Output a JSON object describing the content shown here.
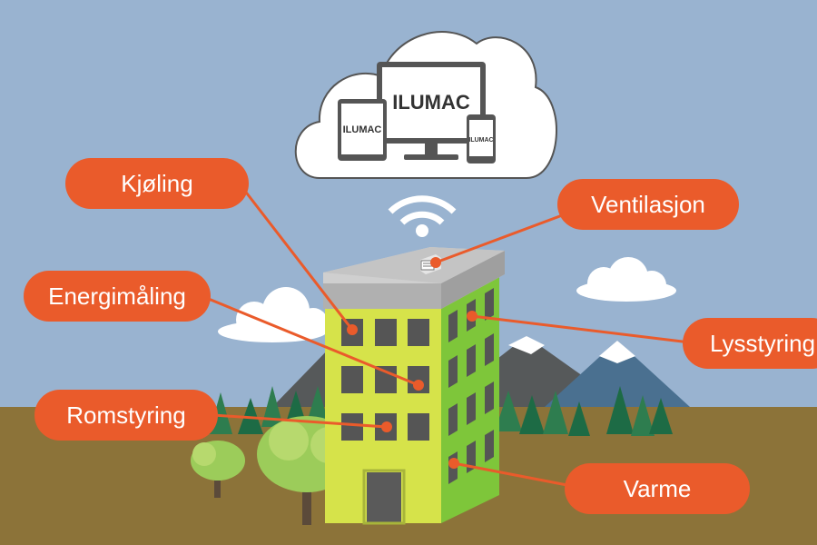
{
  "brand": {
    "logo_text": "ILUMAC",
    "accent_color": "#ea5b2b",
    "sky_color": "#99b3d0",
    "ground_color": "#8c7339",
    "building_front_color": "#d6e34a",
    "building_side_color": "#7ec63a"
  },
  "icons": [
    "cloud-icon",
    "monitor-icon",
    "tablet-icon",
    "phone-icon",
    "wifi-icon",
    "vent-icon"
  ],
  "labels": {
    "kjoling": "Kjøling",
    "energimaling": "Energimåling",
    "romstyring": "Romstyring",
    "ventilasjon": "Ventilasjon",
    "lysstyring": "Lysstyring",
    "varme": "Varme"
  }
}
